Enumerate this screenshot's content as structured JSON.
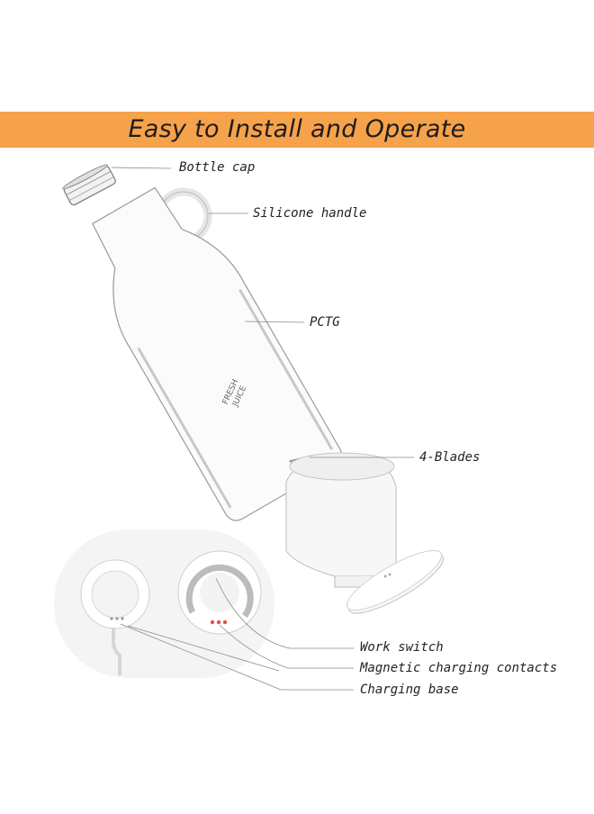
{
  "banner": {
    "title": "Easy to Install and Operate"
  },
  "bottle_print": {
    "brand_line1": "FRESH",
    "brand_line2": "JUICE"
  },
  "callouts": {
    "bottle_cap": "Bottle cap",
    "silicone_handle": "Silicone handle",
    "pctg": "PCTG",
    "blades": "4-Blades",
    "work_switch": "Work switch",
    "charging_contacts": "Magnetic charging contacts",
    "charging_base": "Charging base"
  },
  "colors": {
    "banner": "#f6a24b",
    "contact_led": "#e0524a"
  }
}
